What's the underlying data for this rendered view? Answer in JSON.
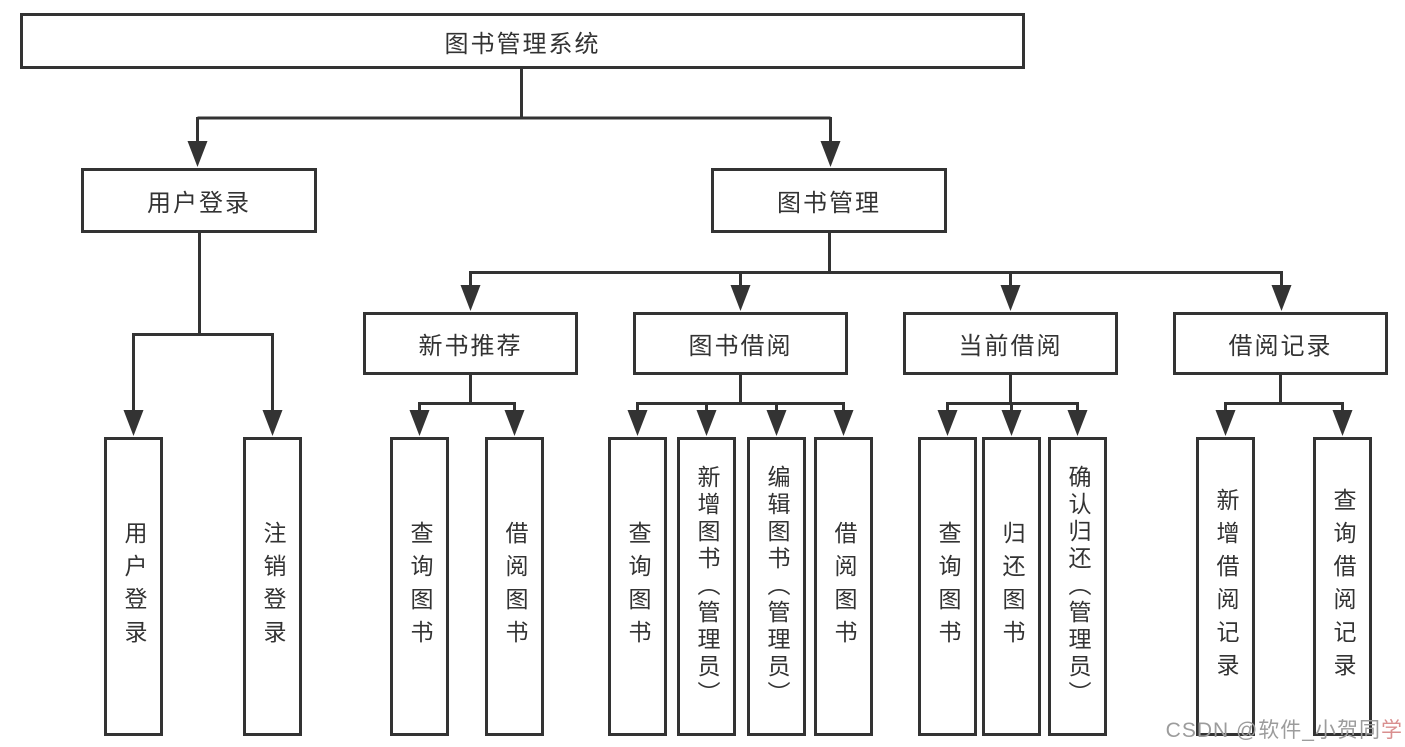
{
  "diagram": {
    "root": {
      "label": "图书管理系统"
    },
    "branches": [
      {
        "label": "用户登录"
      },
      {
        "label": "图书管理"
      }
    ],
    "modules": [
      {
        "label": "新书推荐"
      },
      {
        "label": "图书借阅"
      },
      {
        "label": "当前借阅"
      },
      {
        "label": "借阅记录"
      }
    ],
    "leaves": [
      {
        "label": "用户登录"
      },
      {
        "label": "注销登录"
      },
      {
        "label": "查询图书"
      },
      {
        "label": "借阅图书"
      },
      {
        "label": "查询图书"
      },
      {
        "label": "新增图书（管理员）"
      },
      {
        "label": "编辑图书（管理员）"
      },
      {
        "label": "借阅图书"
      },
      {
        "label": "查询图书"
      },
      {
        "label": "归还图书"
      },
      {
        "label": "确认归还（管理员）"
      },
      {
        "label": "新增借阅记录"
      },
      {
        "label": "查询借阅记录"
      }
    ]
  },
  "watermark": {
    "prefix": "CSDN @软件_小贺同",
    "suffix": "学"
  },
  "colors": {
    "line": "#333333",
    "text": "#333333",
    "background": "#ffffff",
    "watermark_gray": "#9c9c9c",
    "watermark_pink": "#d98f8f"
  }
}
